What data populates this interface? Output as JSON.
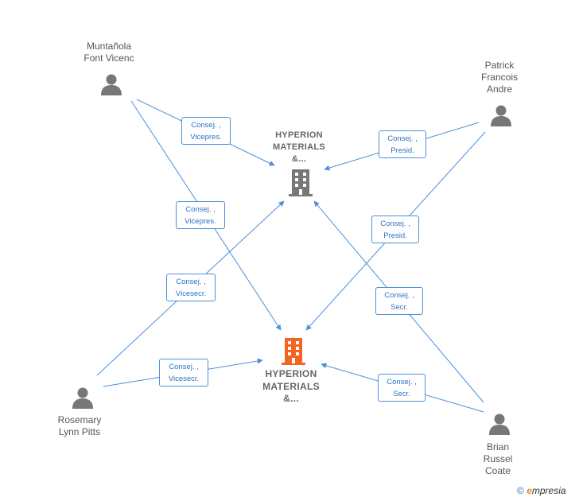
{
  "companies": [
    {
      "id": "c1",
      "label_lines": [
        "HYPERION",
        "MATERIALS",
        "&..."
      ],
      "color": "#777777"
    },
    {
      "id": "c2",
      "label_lines": [
        "HYPERION",
        "MATERIALS",
        "&..."
      ],
      "color": "#f26522"
    }
  ],
  "people": [
    {
      "id": "p1",
      "label_lines": [
        "Muntañola",
        "Font Vicenc"
      ]
    },
    {
      "id": "p2",
      "label_lines": [
        "Patrick",
        "Francois",
        "Andre"
      ]
    },
    {
      "id": "p3",
      "label_lines": [
        "Rosemary",
        "Lynn Pitts"
      ]
    },
    {
      "id": "p4",
      "label_lines": [
        "Brian",
        "Russel",
        "Coate"
      ]
    }
  ],
  "edges": [
    {
      "id": "e1",
      "from": "p1",
      "to": "c1",
      "label_lines": [
        "Consej. ,",
        "Vicepres."
      ]
    },
    {
      "id": "e2",
      "from": "p1",
      "to": "c2",
      "label_lines": [
        "Consej. ,",
        "Vicepres."
      ]
    },
    {
      "id": "e3",
      "from": "p2",
      "to": "c1",
      "label_lines": [
        "Consej. ,",
        "Presid."
      ]
    },
    {
      "id": "e4",
      "from": "p2",
      "to": "c2",
      "label_lines": [
        "Consej. ,",
        "Presid."
      ]
    },
    {
      "id": "e5",
      "from": "p3",
      "to": "c1",
      "label_lines": [
        "Consej. ,",
        "Vicesecr."
      ]
    },
    {
      "id": "e6",
      "from": "p3",
      "to": "c2",
      "label_lines": [
        "Consej. ,",
        "Vicesecr."
      ]
    },
    {
      "id": "e7",
      "from": "p4",
      "to": "c1",
      "label_lines": [
        "Consej. ,",
        "Secr."
      ]
    },
    {
      "id": "e8",
      "from": "p4",
      "to": "c2",
      "label_lines": [
        "Consej. ,",
        "Secr."
      ]
    }
  ],
  "colors": {
    "edge": "#4a90d9",
    "person": "#777777"
  },
  "footer": {
    "copyright": "©",
    "brand_e": "e",
    "brand_rest": "mpresia"
  }
}
